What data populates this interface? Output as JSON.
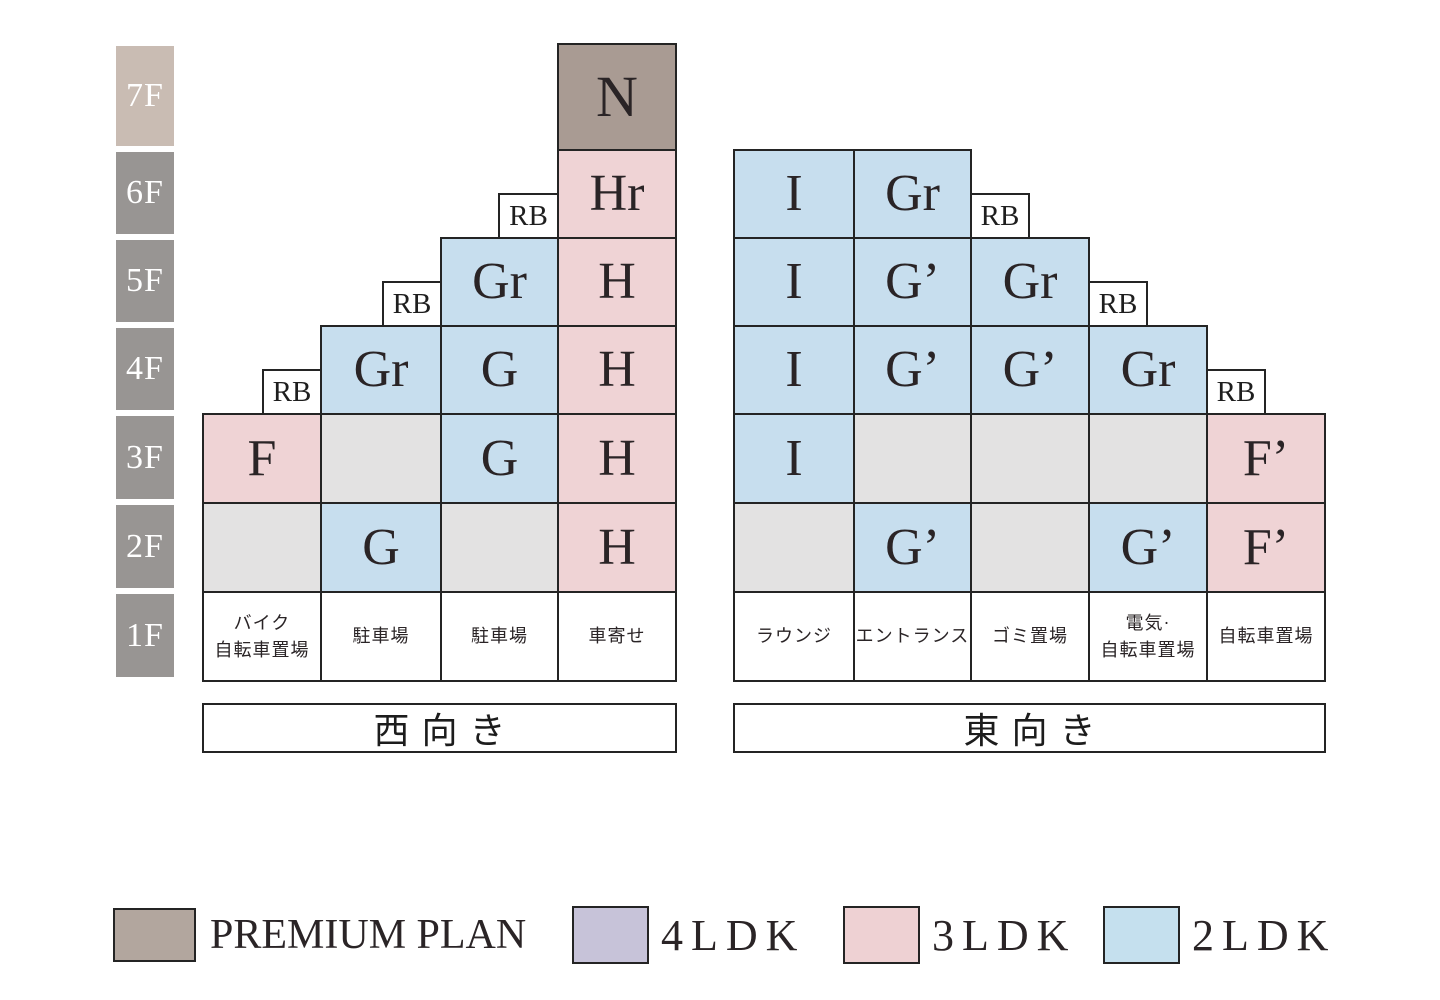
{
  "floor_labels": [
    "7F",
    "6F",
    "5F",
    "4F",
    "3F",
    "2F",
    "1F"
  ],
  "rb_label": "RB",
  "west": {
    "direction": "西向き",
    "units": [
      {
        "label": "N",
        "floor": "7F",
        "type": "PREMIUM PLAN"
      },
      {
        "label": "Hr",
        "floor": "6F",
        "type": "3LDK"
      },
      {
        "label": "Gr",
        "floor": "5F",
        "type": "2LDK"
      },
      {
        "label": "H",
        "floor": "5F",
        "type": "3LDK"
      },
      {
        "label": "Gr",
        "floor": "4F",
        "type": "2LDK"
      },
      {
        "label": "G",
        "floor": "4F",
        "type": "2LDK"
      },
      {
        "label": "H",
        "floor": "4F",
        "type": "3LDK"
      },
      {
        "label": "F",
        "floor": "3F",
        "type": "3LDK"
      },
      {
        "label": "G",
        "floor": "3F",
        "type": "2LDK"
      },
      {
        "label": "H",
        "floor": "3F",
        "type": "3LDK"
      },
      {
        "label": "G",
        "floor": "2F",
        "type": "2LDK"
      },
      {
        "label": "H",
        "floor": "2F",
        "type": "3LDK"
      }
    ],
    "facilities": [
      "バイク\n自転車置場",
      "駐車場",
      "駐車場",
      "車寄せ"
    ]
  },
  "east": {
    "direction": "東向き",
    "units": [
      {
        "label": "I",
        "floor": "6F",
        "type": "2LDK"
      },
      {
        "label": "Gr",
        "floor": "6F",
        "type": "2LDK"
      },
      {
        "label": "I",
        "floor": "5F",
        "type": "2LDK"
      },
      {
        "label": "G’",
        "floor": "5F",
        "type": "2LDK"
      },
      {
        "label": "Gr",
        "floor": "5F",
        "type": "2LDK"
      },
      {
        "label": "I",
        "floor": "4F",
        "type": "2LDK"
      },
      {
        "label": "G’",
        "floor": "4F",
        "type": "2LDK"
      },
      {
        "label": "G’",
        "floor": "4F",
        "type": "2LDK"
      },
      {
        "label": "Gr",
        "floor": "4F",
        "type": "2LDK"
      },
      {
        "label": "I",
        "floor": "3F",
        "type": "2LDK"
      },
      {
        "label": "F’",
        "floor": "3F",
        "type": "3LDK"
      },
      {
        "label": "G’",
        "floor": "2F",
        "type": "2LDK"
      },
      {
        "label": "G’",
        "floor": "2F",
        "type": "2LDK"
      },
      {
        "label": "F’",
        "floor": "2F",
        "type": "3LDK"
      }
    ],
    "facilities": [
      "ラウンジ",
      "エントランス",
      "ゴミ置場",
      "電気·\n自転車置場",
      "自転車置場"
    ]
  },
  "legend": {
    "items": [
      {
        "label": "PREMIUM PLAN",
        "color": "#b2a69e"
      },
      {
        "label": "4LDK",
        "color": "#c7c3d9"
      },
      {
        "label": "3LDK",
        "color": "#eed1d3"
      },
      {
        "label": "2LDK",
        "color": "#c5e0ee"
      }
    ]
  },
  "colors": {
    "premium": "#a99b93",
    "ldk3": "#efd3d5",
    "ldk2": "#c7deee",
    "common_empty": "#e3e2e2",
    "floor_label_gray": "#989593",
    "floor_label_7f": "#c9bcb3",
    "border": "#242424"
  }
}
